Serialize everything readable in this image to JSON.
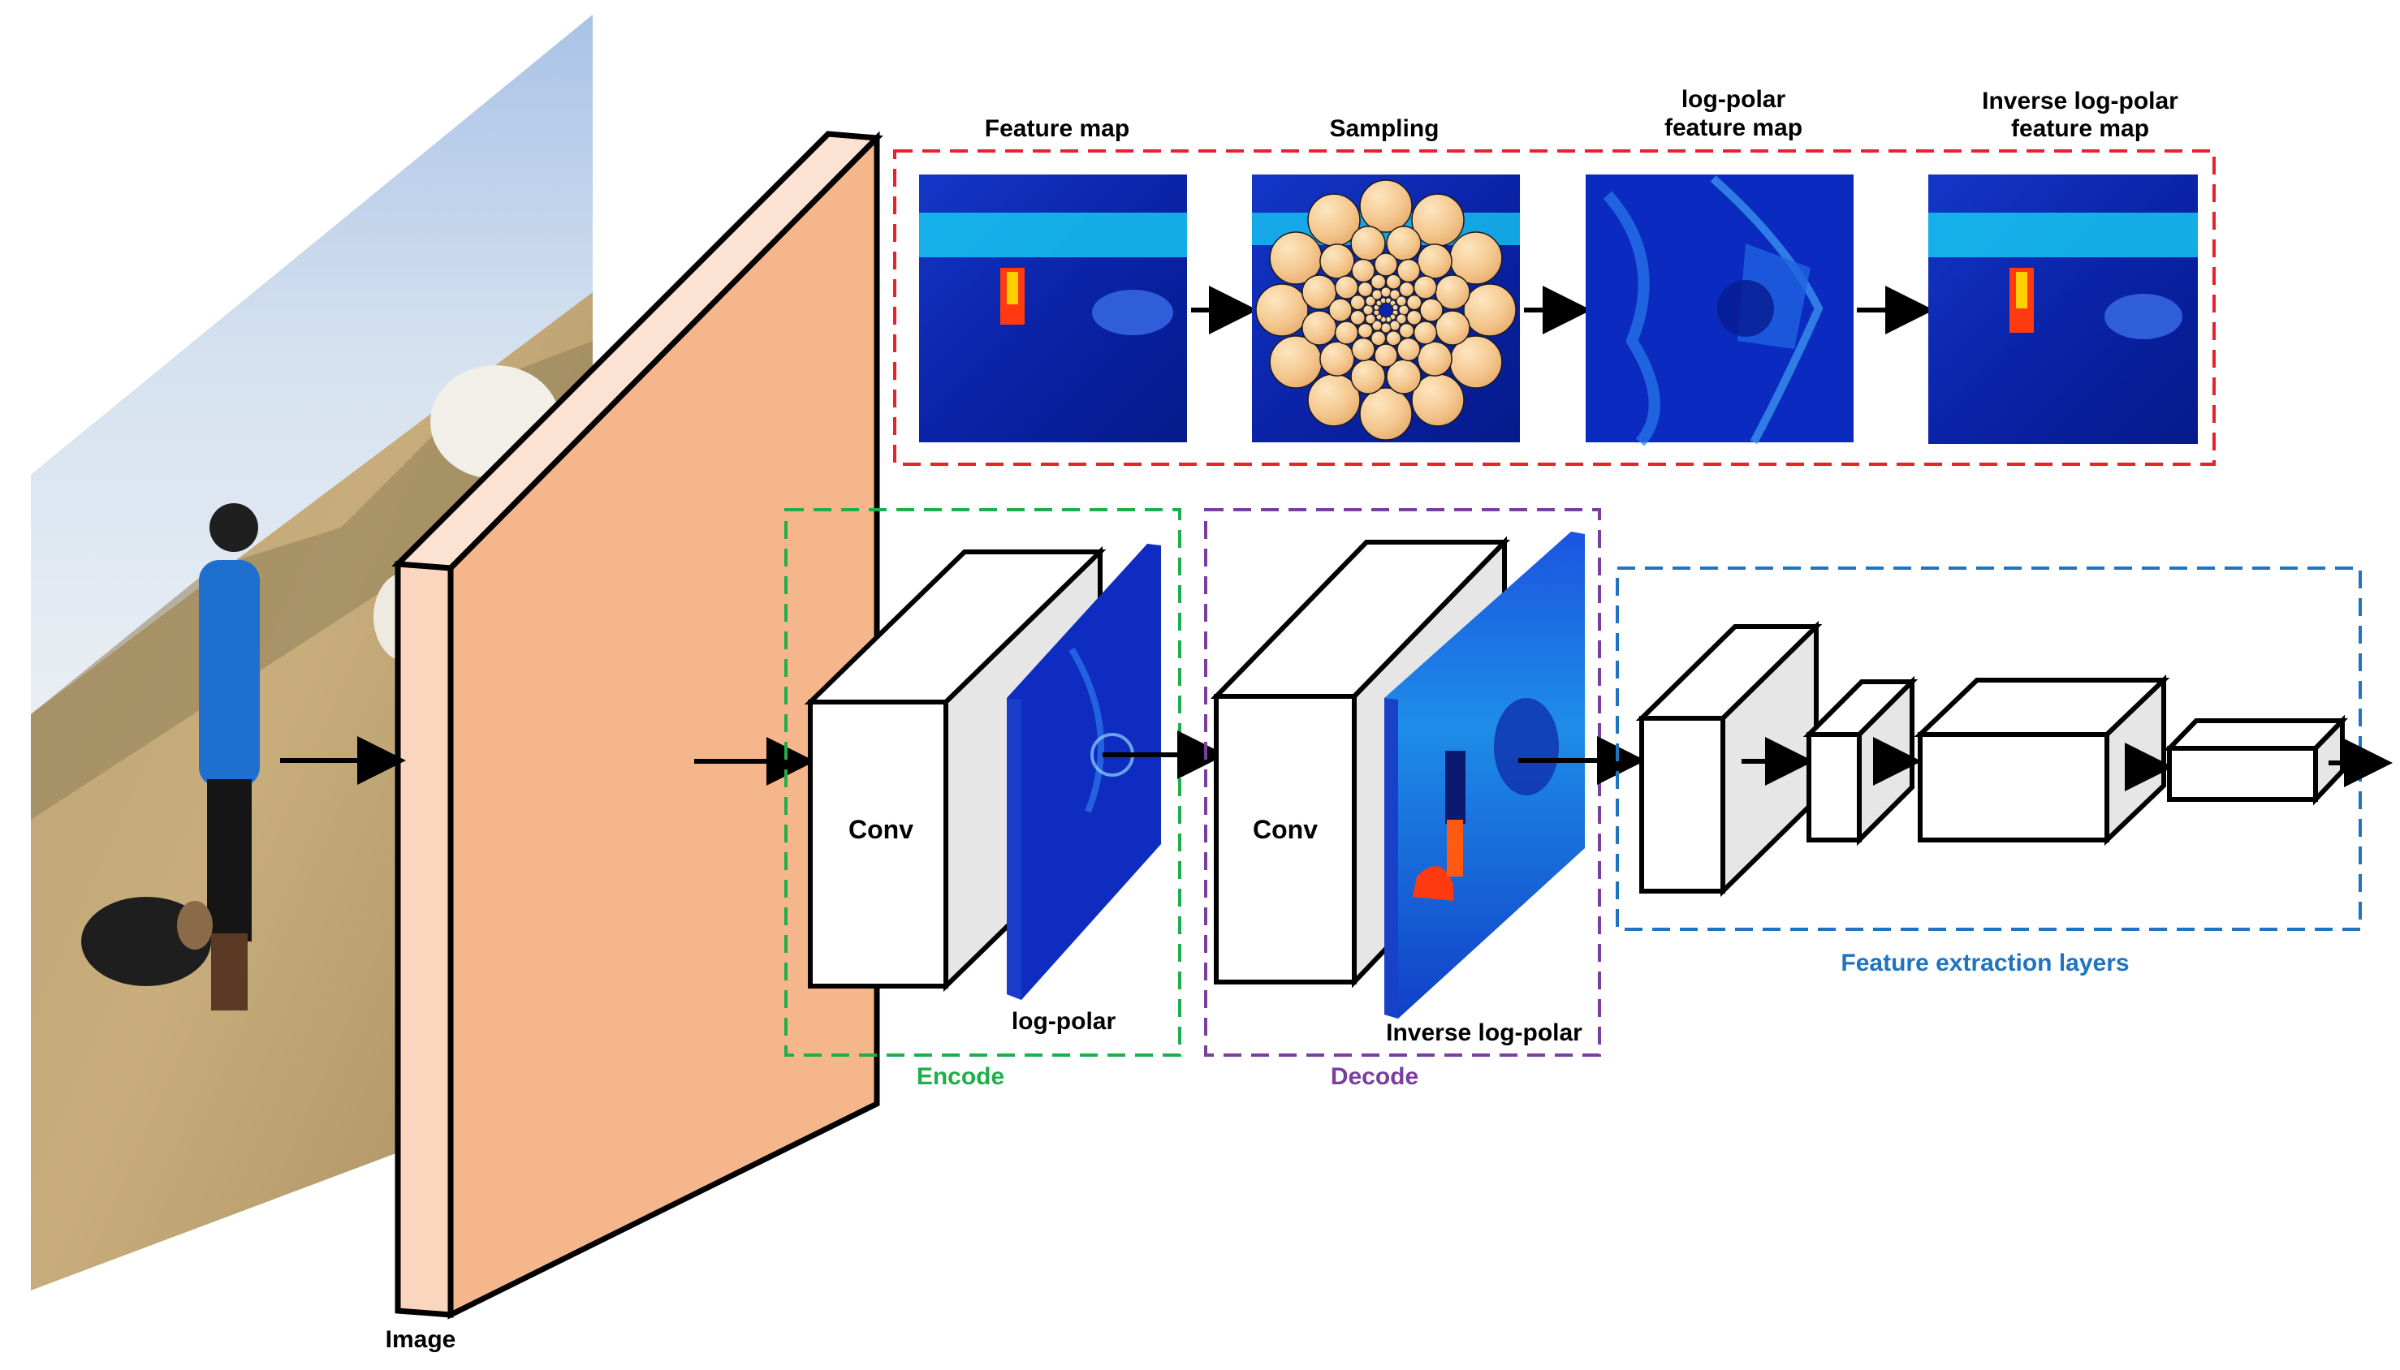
{
  "labels": {
    "image": "Image",
    "conv_encode": "Conv",
    "conv_decode": "Conv",
    "log_polar": "log-polar",
    "inverse_log_polar": "Inverse log-polar",
    "encode": "Encode",
    "decode": "Decode",
    "feature_extraction": "Feature extraction layers",
    "feature_map": "Feature map",
    "sampling": "Sampling",
    "lp_line1": "log-polar",
    "lp_line2": "feature map",
    "ilp_line1": "Inverse log-polar",
    "ilp_line2": "feature map"
  },
  "colors": {
    "red_box": "#e8212a",
    "green_box": "#1fae4b",
    "purple_box": "#7a3ea0",
    "blue_box": "#1f73c0",
    "slab_front": "#f5b68c",
    "slab_side": "#fbd6bf",
    "heatmap_dark": "#0a1f9e",
    "heatmap_cyan": "#16c6f2",
    "sampling_circle": "#f4c98c"
  }
}
